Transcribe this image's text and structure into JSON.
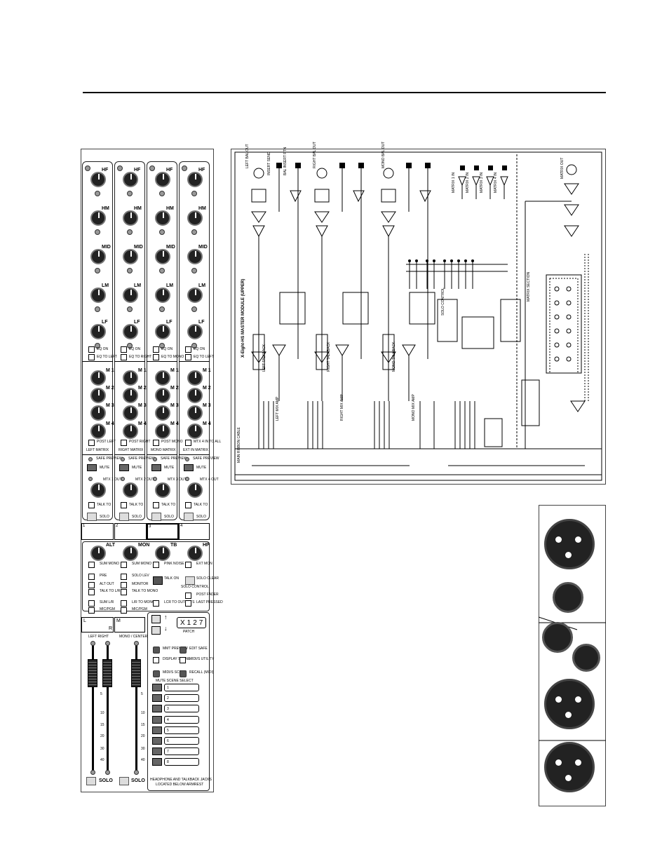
{
  "diagram": {
    "strip_labels": {
      "eq": [
        "HF",
        "HM",
        "MID",
        "LM",
        "LF"
      ],
      "eq_on": "EQ ON",
      "eq_to": [
        "EQ TO LEFT",
        "EQ TO RIGHT",
        "EQ TO MONO",
        "EQ TO LEFT"
      ],
      "matrix_labels": [
        "M 1",
        "M 2",
        "M 3",
        "M 4"
      ],
      "post": [
        "POST LEFT",
        "POST RIGHT",
        "POST MONO",
        "MTX 4 IN TO ALL"
      ],
      "matrix_titles": [
        "LEFT MATRIX",
        "RIGHT MATRIX",
        "MONO MATRIX",
        "EXT IN MATRIX"
      ],
      "safe_preview": "SAFE PREVIEW",
      "mute": "MUTE",
      "mtx_out": [
        "MTX 1 OUT",
        "MTX 2 OUT",
        "MTX 3 OUT",
        "MTX 4 OUT"
      ],
      "talk_to": "TALK TO",
      "solo": "SOLO",
      "scribble_numbers": [
        "1",
        "2",
        "3",
        "4"
      ]
    },
    "master_section": {
      "knob_labels": [
        "ALT",
        "MON",
        "TB",
        "HP"
      ],
      "col1": [
        "SUM MONO",
        "PRE",
        "ALT OUT",
        "TALK TO L/R",
        "SUM L/R",
        "MIC/PGM"
      ],
      "col2": [
        "SUM MONO",
        "SOLO LEV",
        "MONITOR",
        "TALK TO MONO",
        "L/R TO MONO",
        "MIC/PGM"
      ],
      "col3": [
        "PINK NOISE",
        "TALK ON",
        "LCR TO OUTPUTS"
      ],
      "col4": [
        "EXT MON",
        "SOLO CLEAR",
        "SOLO  CONTROL",
        "POST FADER",
        "LAST PRESSED"
      ]
    },
    "faders": {
      "lr_label_left": "L",
      "lr_label_right": "R",
      "mono_label": "M",
      "left_right": "LEFT   RIGHT",
      "mono_center": "MONO / CENTER",
      "scale": [
        "5",
        "10",
        "15",
        "20",
        "30",
        "40"
      ]
    },
    "patch": {
      "display": "X127",
      "label": "PATCH",
      "buttons": [
        "MMT PREVIEW",
        "EDIT SAFE",
        "DISPLAY SCENE",
        "MIDI/S UTILITY",
        "MIDI/S SCENE",
        "RECALL (MIDI)"
      ],
      "scene_select": "MUTE SCENE SELECT",
      "scenes": [
        "1",
        "2",
        "3",
        "4",
        "5",
        "6",
        "7",
        "8"
      ],
      "footer_line1": "HEADPHONE AND TALKBACK JACKS",
      "footer_line2": "LOCATED BELOW ARMREST"
    },
    "schematic": {
      "title": "X-Eight-HS MASTER MODULE (UPPER)",
      "labels": [
        "LEFT BAL OUT",
        "RIGHT BAL OUT",
        "MONO BAL OUT",
        "INSERT SEND",
        "BAL INSERT RTN",
        "LEFT TALKBACK",
        "RIGHT TALKBACK",
        "MONO TALKBACK",
        "LEFT MIX AMP",
        "RIGHT MIX AMP",
        "MONO MIX AMP",
        "MATRIX 1 IN",
        "MATRIX 2 IN",
        "MATRIX 3 IN",
        "MATRIX 4 IN",
        "SOLO CONTROL",
        "MATRIX SECTION",
        "MATRIX OUT",
        "MAIN RIBBON CABLE"
      ]
    }
  },
  "colors": {
    "ink": "#000000",
    "dark_button": "#555555",
    "light_button": "#dddddd"
  }
}
